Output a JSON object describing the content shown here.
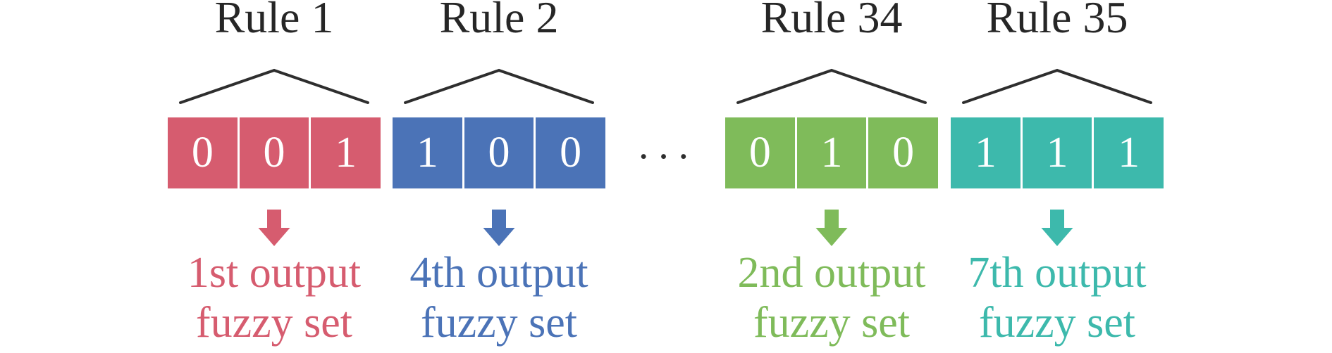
{
  "figure": {
    "background": "#ffffff",
    "line_color": "#2e2e2e",
    "rule_label_color": "#262626",
    "digit_color": "#ffffff",
    "ellipsis": "···",
    "groups": [
      {
        "rule": "Rule 1",
        "bits": [
          "0",
          "0",
          "1"
        ],
        "color": "#d65c6f",
        "output_line1": "1st output",
        "output_line2": "fuzzy set"
      },
      {
        "rule": "Rule 2",
        "bits": [
          "1",
          "0",
          "0"
        ],
        "color": "#4b73b7",
        "output_line1": "4th output",
        "output_line2": "fuzzy set"
      },
      {
        "rule": "Rule 34",
        "bits": [
          "0",
          "1",
          "0"
        ],
        "color": "#7fbb5a",
        "output_line1": "2nd output",
        "output_line2": "fuzzy set"
      },
      {
        "rule": "Rule 35",
        "bits": [
          "1",
          "1",
          "1"
        ],
        "color": "#3db9ac",
        "output_line1": "7th output",
        "output_line2": "fuzzy set"
      }
    ]
  }
}
